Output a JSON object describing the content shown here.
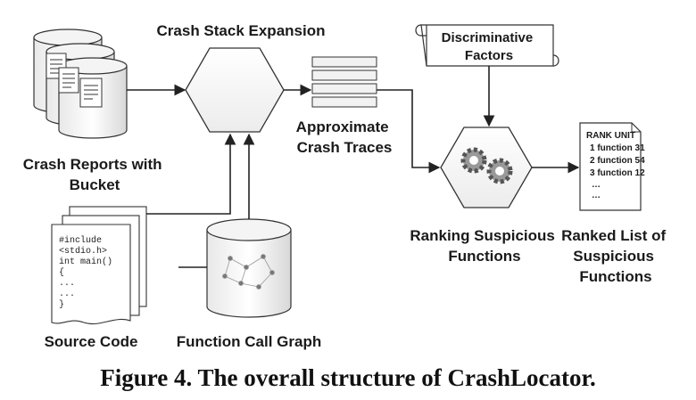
{
  "labels": {
    "crash_reports": [
      "Crash Reports with",
      "Bucket"
    ],
    "crash_stack_expansion": "Crash Stack Expansion",
    "approximate_traces": [
      "Approximate",
      "Crash Traces"
    ],
    "discriminative_factors": [
      "Discriminative",
      "Factors"
    ],
    "ranking_suspicious": [
      "Ranking Suspicious",
      "Functions"
    ],
    "ranked_list": [
      "Ranked List of",
      "Suspicious",
      "Functions"
    ],
    "source_code": "Source Code",
    "function_call_graph": "Function Call Graph"
  },
  "ranked_list_content": {
    "header": "RANK UNIT",
    "rows": [
      "1  function 31",
      "2  function 54",
      "3  function 12",
      "…",
      "…"
    ]
  },
  "source_code_lines": [
    "#include",
    "<stdio.h>",
    "int main()",
    "{",
    "...",
    "...",
    "}"
  ],
  "caption": "Figure 4. The overall structure of CrashLocator."
}
